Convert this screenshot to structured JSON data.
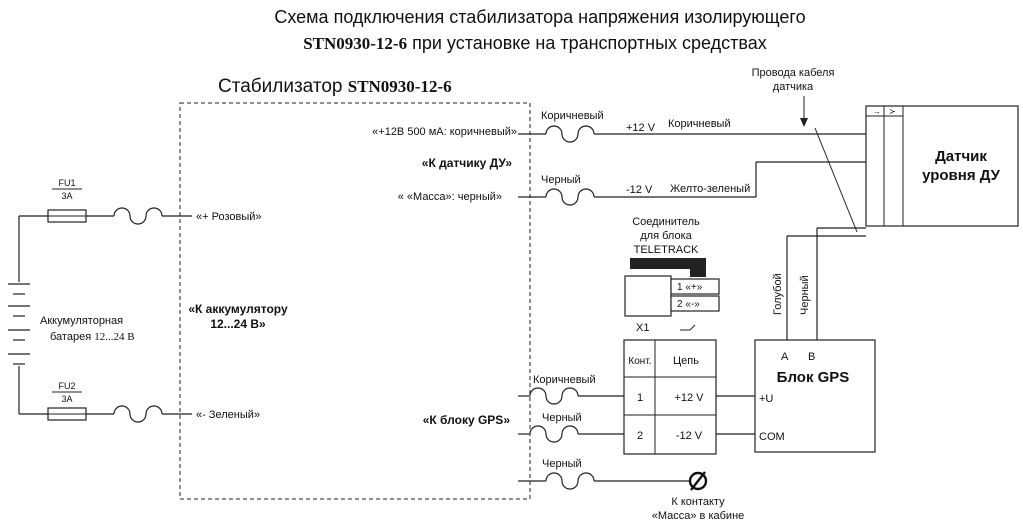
{
  "title": {
    "line1": "Схема подключения стабилизатора напряжения изолирующего",
    "model": "STN0930-12-6",
    "line2_rest": " при установке на транспортных средствах"
  },
  "stabilizer": {
    "label": "Стабилизатор ",
    "model": "STN0930-12-6",
    "term_plus12": "«+12В 500 мА: коричневый»",
    "to_sensor": "«К датчику ДУ»",
    "term_mass": "« «Масса»: черный»",
    "term_pink": "«+ Розовый»",
    "to_battery_1": "«К аккумулятору",
    "to_battery_2": "12...24 В»",
    "term_green": "«- Зеленый»",
    "to_gps": "«К блоку GPS»"
  },
  "battery": {
    "label_1": "Аккумуляторная",
    "label_2": "батарея ",
    "voltage": "12...24 В"
  },
  "fuses": [
    {
      "name": "FU1",
      "rating": "3A"
    },
    {
      "name": "FU2",
      "rating": "3A"
    }
  ],
  "wires": {
    "brown_1": "Коричневый",
    "black_1": "Черный",
    "plus12v": "+12 V",
    "minus12v": "-12 V",
    "brown_2": "Коричневый",
    "yellow_green": "Желто-зеленый",
    "brown_3": "Коричневый",
    "black_2": "Черный",
    "black_3": "Черный",
    "blue": "Голубой",
    "black_vert": "Черный"
  },
  "sensor": {
    "cable_label_1": "Провода кабеля",
    "cable_label_2": "датчика",
    "name_1": "Датчик",
    "name_2": "уровня ДУ",
    "pins": [
      "→",
      "≻"
    ]
  },
  "connector": {
    "label_1": "Соединитель",
    "label_2": "для блока",
    "label_3": "TELETRACK",
    "pin1": "1 «+»",
    "pin2": "2 «-»",
    "ref": "X1",
    "col_contact": "Конт.",
    "col_circuit": "Цепь",
    "rows": [
      {
        "contact": "1",
        "circuit": "+12 V"
      },
      {
        "contact": "2",
        "circuit": "-12 V"
      }
    ]
  },
  "gps": {
    "name": "Блок GPS",
    "port_a": "A",
    "port_b": "B",
    "port_u": "+U",
    "port_com": "COM"
  },
  "ground": {
    "label_1": "К контакту",
    "label_2": "«Масса» в кабине"
  }
}
